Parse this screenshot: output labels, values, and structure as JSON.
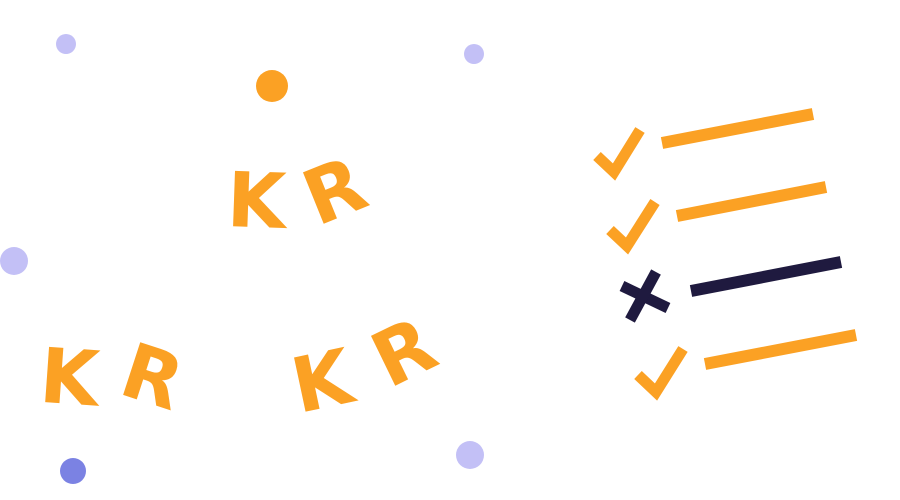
{
  "colors": {
    "accent": "#FBA124",
    "dark": "#1F1A3F",
    "dot_light": "#C3C0F6",
    "dot_dark": "#7B82E3"
  },
  "kr_marks": [
    {
      "k": "K",
      "r": "R"
    },
    {
      "k": "K",
      "r": "R"
    },
    {
      "k": "K",
      "r": "R"
    }
  ],
  "checklist": [
    {
      "status": "check",
      "icon": "check-icon"
    },
    {
      "status": "check",
      "icon": "check-icon"
    },
    {
      "status": "cross",
      "icon": "cross-icon"
    },
    {
      "status": "check",
      "icon": "check-icon"
    }
  ]
}
